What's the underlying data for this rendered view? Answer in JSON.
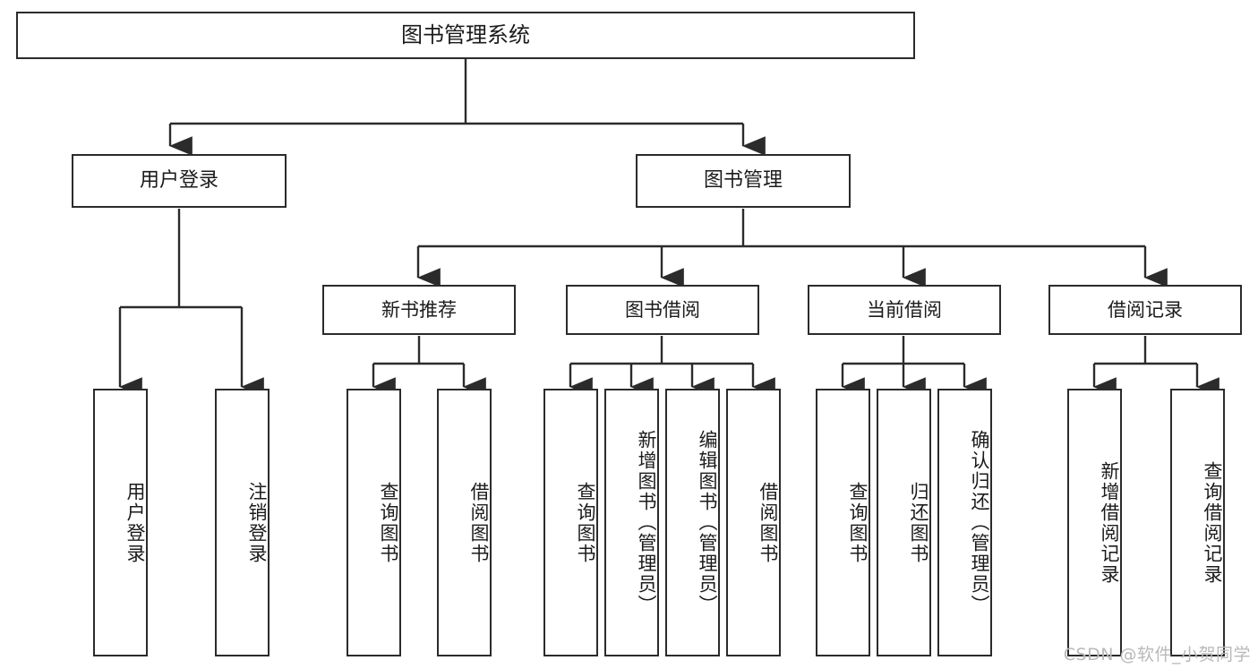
{
  "diagram": {
    "title": "图书管理系统",
    "type": "tree",
    "watermark": "CSDN @软件_小贺同学",
    "line_color": "#2b2b2b",
    "box_fill": "#ffffff",
    "text_color": "#1b1b1b",
    "watermark_color": "#b9b9b9"
  },
  "nodes": {
    "root": {
      "label": "图书管理系统"
    },
    "level2": [
      {
        "label": "用户登录"
      },
      {
        "label": "图书管理"
      }
    ],
    "level3": [
      {
        "label": "新书推荐"
      },
      {
        "label": "图书借阅"
      },
      {
        "label": "当前借阅"
      },
      {
        "label": "借阅记录"
      }
    ],
    "leaves": [
      {
        "label": "用户登录",
        "parent": "用户登录"
      },
      {
        "label": "注销登录",
        "parent": "用户登录"
      },
      {
        "label": "查询图书",
        "parent": "新书推荐"
      },
      {
        "label": "借阅图书",
        "parent": "新书推荐"
      },
      {
        "label": "查询图书",
        "parent": "图书借阅"
      },
      {
        "label": "新增图书（管理员）",
        "parent": "图书借阅"
      },
      {
        "label": "编辑图书（管理员）",
        "parent": "图书借阅"
      },
      {
        "label": "借阅图书",
        "parent": "图书借阅"
      },
      {
        "label": "查询图书",
        "parent": "当前借阅"
      },
      {
        "label": "归还图书",
        "parent": "当前借阅"
      },
      {
        "label": "确认归还（管理员）",
        "parent": "当前借阅"
      },
      {
        "label": "新增借阅记录",
        "parent": "借阅记录"
      },
      {
        "label": "查询借阅记录",
        "parent": "借阅记录"
      }
    ]
  }
}
